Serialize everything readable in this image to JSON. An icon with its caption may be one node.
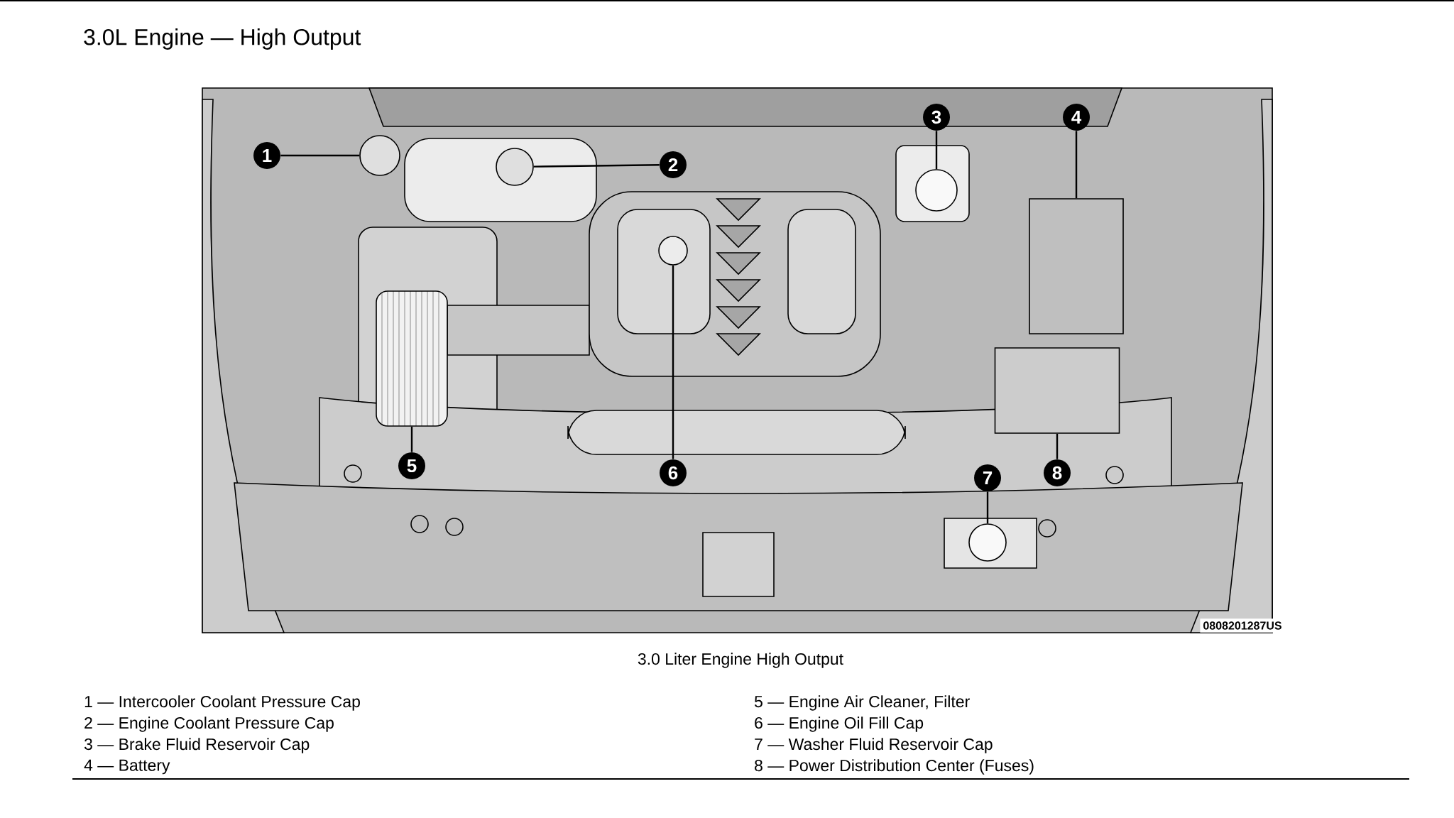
{
  "diagram": {
    "title": "3.0L Engine — High Output",
    "caption": "3.0 Liter Engine High Output",
    "nodes": [
      {
        "text": [
          "1"
        ]
      },
      {
        "text": [
          "2"
        ]
      },
      {
        "text": [
          "3"
        ]
      },
      {
        "text": [
          "4"
        ]
      },
      {
        "text": [
          "5"
        ]
      },
      {
        "text": [
          "6"
        ]
      },
      {
        "text": [
          "7"
        ]
      },
      {
        "text": [
          "8"
        ]
      },
      {
        "text": [],
        "shape": "circle"
      },
      {
        "text": [],
        "shape": "circle"
      },
      {
        "text": [],
        "shape": "circle"
      },
      {
        "text": [],
        "shape": "box"
      },
      {
        "text": [],
        "shape": "cylinder"
      },
      {
        "text": [],
        "shape": "circle"
      },
      {
        "text": [],
        "shape": "circle"
      },
      {
        "text": [],
        "shape": "box"
      }
    ],
    "edges": [
      {
        "from": 0,
        "to": 8,
        "arrow": "none"
      },
      {
        "from": 1,
        "to": 9,
        "arrow": "none"
      },
      {
        "from": 2,
        "to": 10,
        "arrow": "none"
      },
      {
        "from": 3,
        "to": 11,
        "arrow": "none"
      },
      {
        "from": 4,
        "to": 12,
        "arrow": "none"
      },
      {
        "from": 5,
        "to": 13,
        "arrow": "none"
      },
      {
        "from": 6,
        "to": 14,
        "arrow": "none"
      },
      {
        "from": 7,
        "to": 15,
        "arrow": "none"
      }
    ],
    "labels": [
      "0808201287US",
      "1 — Intercooler Coolant Pressure Cap",
      "5 — Engine Air Cleaner, Filter",
      "2 — Engine Coolant Pressure Cap",
      "6 — Engine Oil Fill Cap",
      "3 — Brake Fluid Reservoir Cap",
      "7 — Washer Fluid Reservoir Cap",
      "4 — Battery",
      "8 — Power Distribution Center (Fuses)"
    ]
  }
}
